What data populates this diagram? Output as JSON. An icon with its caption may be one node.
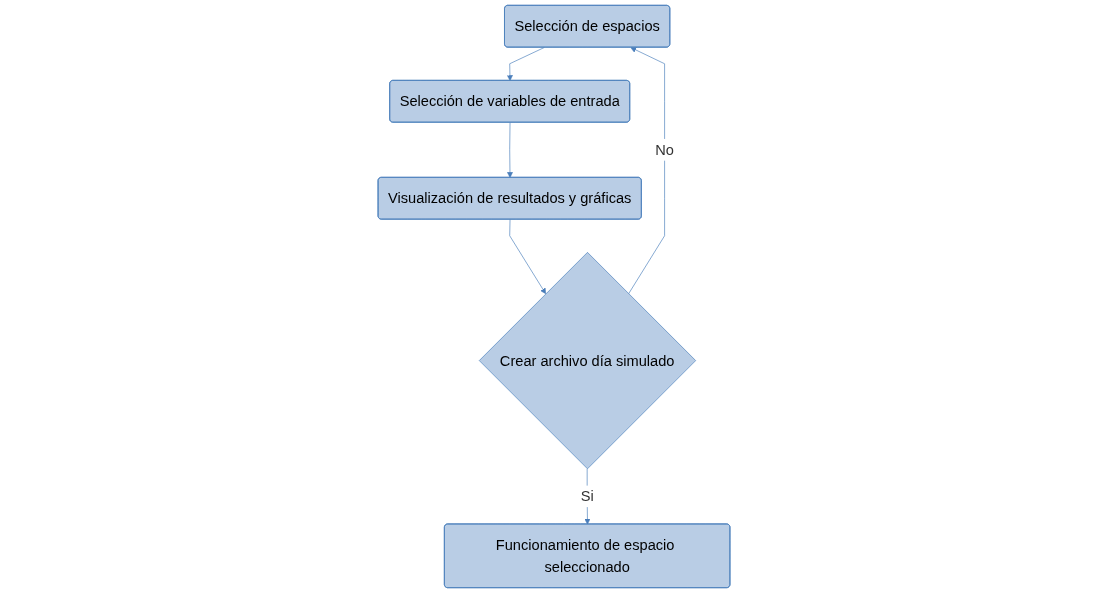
{
  "diagram": {
    "nodes": [
      {
        "text": [
          "Selección de espacios"
        ]
      },
      {
        "text": [
          "Selección de variables de entrada"
        ]
      },
      {
        "text": [
          "Visualización de resultados y gráficas"
        ]
      },
      {
        "text": [
          "Crear archivo día simulado"
        ]
      },
      {
        "text": [
          "Funcionamiento de espacio seleccionado"
        ]
      }
    ],
    "edges": [
      {
        "from": 0,
        "to": 1,
        "arrow": "to"
      },
      {
        "from": 1,
        "to": 2,
        "arrow": "to"
      },
      {
        "from": 2,
        "to": 3,
        "arrow": "to"
      },
      {
        "from": 3,
        "to": 4,
        "label": "Si",
        "arrow": "to"
      },
      {
        "from": 3,
        "to": 0,
        "label": "No",
        "arrow": "to"
      }
    ]
  }
}
